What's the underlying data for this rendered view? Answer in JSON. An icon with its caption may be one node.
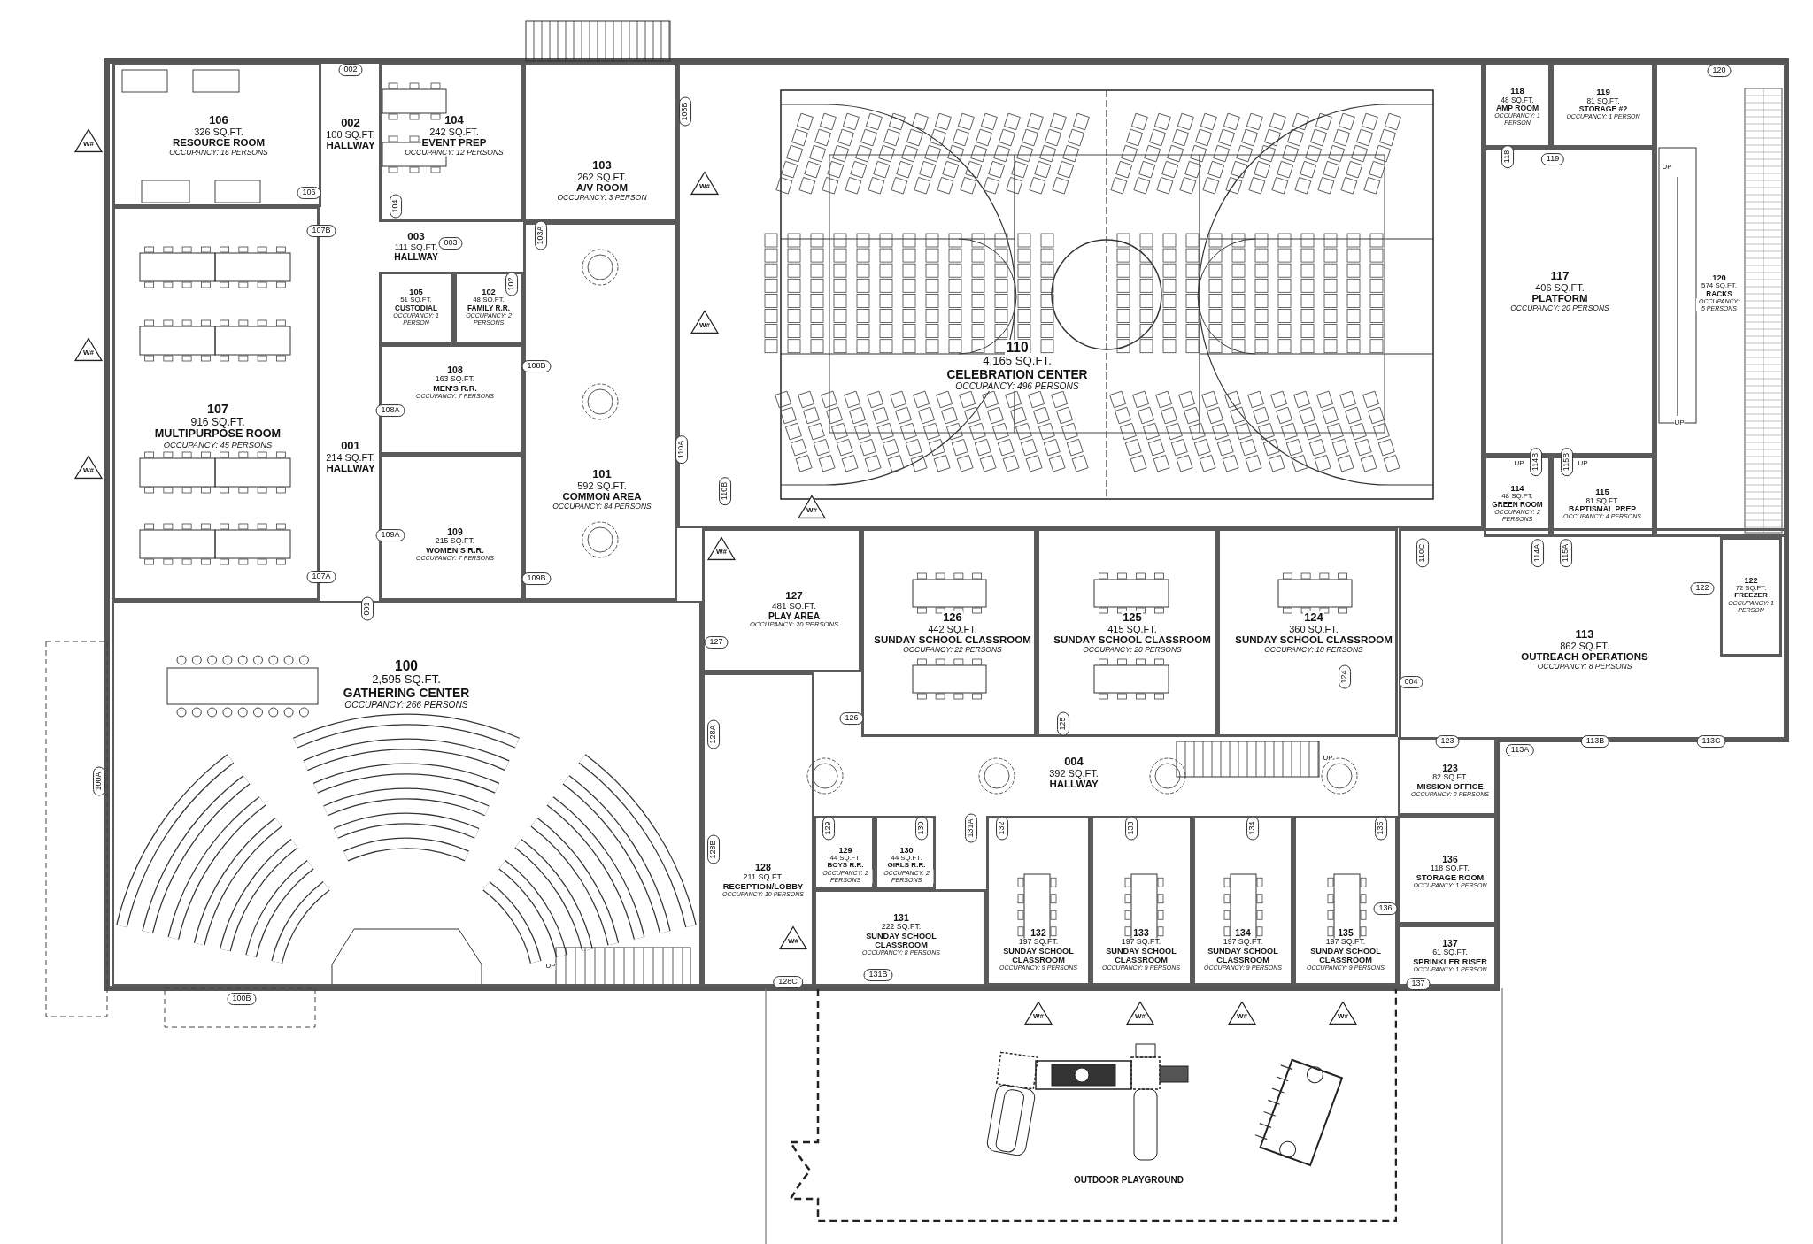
{
  "diagram": {
    "nodes": [
      {
        "text": [
          "106",
          "326 SQ.FT.",
          "RESOURCE ROOM",
          "OCCUPANCY: 16 PERSONS"
        ]
      },
      {
        "text": [
          "002",
          "100 SQ.FT.",
          "HALLWAY"
        ]
      },
      {
        "text": [
          "104",
          "242 SQ.FT.",
          "EVENT PREP",
          "OCCUPANCY: 12 PERSONS"
        ]
      },
      {
        "text": [
          "103",
          "262 SQ.FT.",
          "A/V ROOM",
          "OCCUPANCY: 3 PERSON"
        ]
      },
      {
        "text": [
          "110",
          "4,165 SQ.FT.",
          "CELEBRATION CENTER",
          "OCCUPANCY: 496 PERSONS"
        ]
      },
      {
        "text": [
          "118",
          "48 SQ.FT.",
          "AMP ROOM",
          "OCCUPANCY: 1 PERSON"
        ]
      },
      {
        "text": [
          "119",
          "81 SQ.FT.",
          "STORAGE #2",
          "OCCUPANCY: 1 PERSON"
        ]
      },
      {
        "text": [
          "120",
          "574 SQ.FT.",
          "RACKS",
          "OCCUPANCY: 5 PERSONS"
        ]
      },
      {
        "text": [
          "003",
          "111 SQ.FT.",
          "HALLWAY"
        ]
      },
      {
        "text": [
          "105",
          "51 SQ.FT.",
          "CUSTODIAL",
          "OCCUPANCY: 1 PERSON"
        ]
      },
      {
        "text": [
          "102",
          "48 SQ.FT.",
          "FAMILY R.R.",
          "OCCUPANCY: 2 PERSONS"
        ]
      },
      {
        "text": [
          "117",
          "406 SQ.FT.",
          "PLATFORM",
          "OCCUPANCY: 20 PERSONS"
        ]
      },
      {
        "text": [
          "108",
          "163 SQ.FT.",
          "MEN'S R.R.",
          "OCCUPANCY: 7 PERSONS"
        ]
      },
      {
        "text": [
          "107",
          "916 SQ.FT.",
          "MULTIPURPOSE ROOM",
          "OCCUPANCY: 45 PERSONS"
        ]
      },
      {
        "text": [
          "001",
          "214 SQ.FT.",
          "HALLWAY"
        ]
      },
      {
        "text": [
          "101",
          "592 SQ.FT.",
          "COMMON AREA",
          "OCCUPANCY: 84 PERSONS"
        ]
      },
      {
        "text": [
          "109",
          "215 SQ.FT.",
          "WOMEN'S R.R.",
          "OCCUPANCY: 7 PERSONS"
        ]
      },
      {
        "text": [
          "114",
          "48 SQ.FT.",
          "GREEN ROOM",
          "OCCUPANCY: 2 PERSONS"
        ]
      },
      {
        "text": [
          "115",
          "81 SQ.FT.",
          "BAPTISMAL PREP",
          "OCCUPANCY: 4 PERSONS"
        ]
      },
      {
        "text": [
          "113",
          "862 SQ.FT.",
          "OUTREACH OPERATIONS",
          "OCCUPANCY: 8 PERSONS"
        ]
      },
      {
        "text": [
          "122",
          "72 SQ.FT.",
          "FREEZER",
          "OCCUPANCY: 1 PERSON"
        ],
        "in": 19
      },
      {
        "text": [
          "127",
          "481 SQ.FT.",
          "PLAY AREA",
          "OCCUPANCY: 20 PERSONS"
        ]
      },
      {
        "text": [
          "126",
          "442 SQ.FT.",
          "SUNDAY SCHOOL CLASSROOM",
          "OCCUPANCY: 22 PERSONS"
        ]
      },
      {
        "text": [
          "125",
          "415 SQ.FT.",
          "SUNDAY SCHOOL CLASSROOM",
          "OCCUPANCY: 20 PERSONS"
        ]
      },
      {
        "text": [
          "124",
          "360 SQ.FT.",
          "SUNDAY SCHOOL CLASSROOM",
          "OCCUPANCY: 18 PERSONS"
        ]
      },
      {
        "text": [
          "100",
          "2,595 SQ.FT.",
          "GATHERING CENTER",
          "OCCUPANCY: 266 PERSONS"
        ]
      },
      {
        "text": [
          "128",
          "211 SQ.FT.",
          "RECEPTION/LOBBY",
          "OCCUPANCY: 10 PERSONS"
        ]
      },
      {
        "text": [
          "004",
          "392 SQ.FT.",
          "HALLWAY"
        ]
      },
      {
        "text": [
          "123",
          "82 SQ.FT.",
          "MISSION OFFICE",
          "OCCUPANCY: 2 PERSONS"
        ]
      },
      {
        "text": [
          "129",
          "44 SQ.FT.",
          "BOYS R.R.",
          "OCCUPANCY: 2 PERSONS"
        ]
      },
      {
        "text": [
          "130",
          "44 SQ.FT.",
          "GIRLS R.R.",
          "OCCUPANCY: 2 PERSONS"
        ]
      },
      {
        "text": [
          "132",
          "197 SQ.FT.",
          "SUNDAY SCHOOL CLASSROOM",
          "OCCUPANCY: 9 PERSONS"
        ]
      },
      {
        "text": [
          "133",
          "197 SQ.FT.",
          "SUNDAY SCHOOL CLASSROOM",
          "OCCUPANCY: 9 PERSONS"
        ]
      },
      {
        "text": [
          "134",
          "197 SQ.FT.",
          "SUNDAY SCHOOL CLASSROOM",
          "OCCUPANCY: 9 PERSONS"
        ]
      },
      {
        "text": [
          "135",
          "197 SQ.FT.",
          "SUNDAY SCHOOL CLASSROOM",
          "OCCUPANCY: 9 PERSONS"
        ]
      },
      {
        "text": [
          "136",
          "118 SQ.FT.",
          "STORAGE ROOM",
          "OCCUPANCY: 1 PERSON"
        ]
      },
      {
        "text": [
          "131",
          "222 SQ.FT.",
          "SUNDAY SCHOOL CLASSROOM",
          "OCCUPANCY: 8 PERSONS"
        ]
      },
      {
        "text": [
          "137",
          "61 SQ.FT.",
          "SPRINKLER RISER",
          "OCCUPANCY: 1 PERSON"
        ]
      },
      {
        "text": [
          "OUTDOOR PLAYGROUND"
        ]
      }
    ],
    "labels": [
      "002",
      "120",
      "103B",
      "W#",
      "118",
      "119",
      "UP",
      "W#",
      "106",
      "104",
      "107B",
      "103A",
      "003",
      "102",
      "W#",
      "W#",
      "108B",
      "108A",
      "UP",
      "110A",
      "UP",
      "UP",
      "114B",
      "115B",
      "W#",
      "110B",
      "W#",
      "109A",
      "W#",
      "110C",
      "114A",
      "115A",
      "107A",
      "109B",
      "122",
      "001",
      "127",
      "124",
      "004",
      "126",
      "125",
      "128A",
      "123",
      "113B",
      "113C",
      "113A",
      "UP",
      "100A",
      "129",
      "130",
      "131A",
      "132",
      "133",
      "134",
      "135",
      "128B",
      "136",
      "W#",
      "UP",
      "131B",
      "128C",
      "137",
      "100B",
      "W#",
      "W#",
      "W#",
      "W#"
    ]
  }
}
